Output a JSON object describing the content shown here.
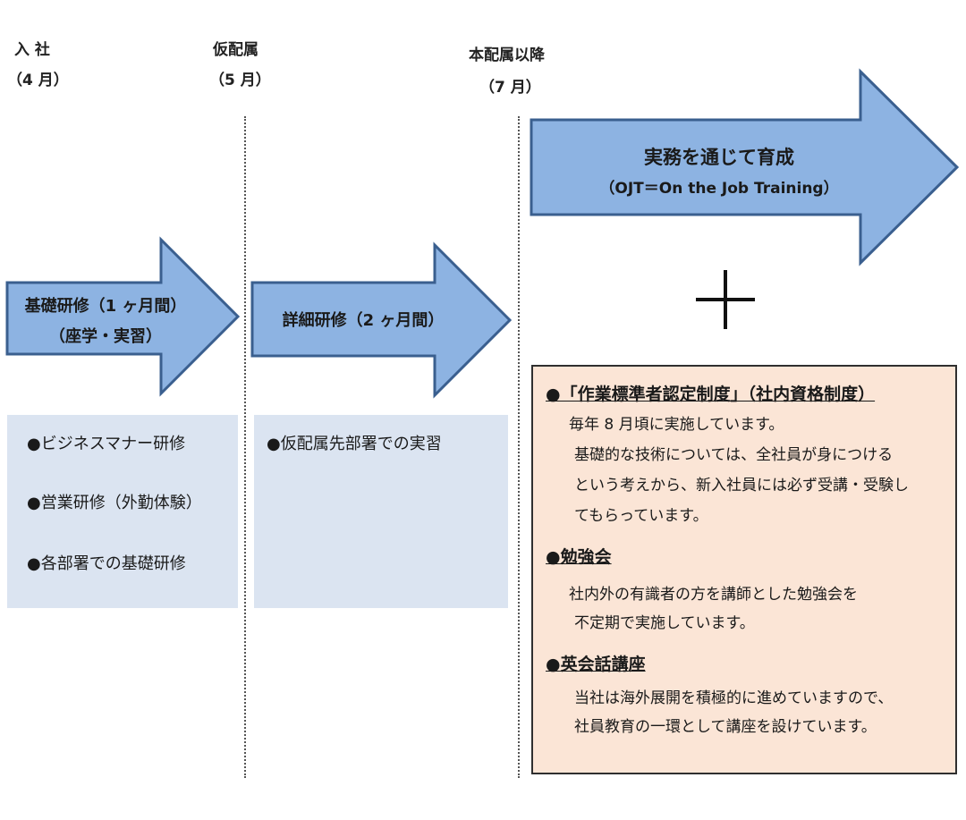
{
  "phases": [
    {
      "title": "入 社",
      "month": "（4 月）"
    },
    {
      "title": "仮配属",
      "month": "（5 月）"
    },
    {
      "title": "本配属以降",
      "month": "（7 月）"
    }
  ],
  "arrows": {
    "basic": {
      "line1": "基礎研修（1 ヶ月間）",
      "line2": "（座学・実習）"
    },
    "detail": {
      "line1": "詳細研修（2 ヶ月間）"
    },
    "ojt": {
      "line1": "実務を通じて育成",
      "line2": "（OJT＝On the Job Training）"
    }
  },
  "basic_items": [
    "●ビジネスマナー研修",
    "●営業研修（外勤体験）",
    "●各部署での基礎研修"
  ],
  "detail_items": [
    "●仮配属先部署での実習"
  ],
  "plus_sign": "+",
  "info": {
    "s1_title": "●「作業標準者認定制度」（社内資格制度）",
    "s1_lines": [
      "毎年 8 月頃に実施しています。",
      "基礎的な技術については、全社員が身につける",
      "という考えから、新入社員には必ず受講・受験し",
      "てもらっています。"
    ],
    "s2_title": "●勉強会",
    "s2_lines": [
      "社内外の有識者の方を講師とした勉強会を",
      "不定期で実施しています。"
    ],
    "s3_title": "●英会話講座",
    "s3_lines": [
      "当社は海外展開を積極的に進めていますので、",
      "社員教育の一環として講座を設けています。"
    ]
  },
  "colors": {
    "arrow_fill": "#8db3e2",
    "arrow_stroke": "#3a5f8f",
    "list_bg": "#dbe4f1",
    "info_bg": "#fbe5d6"
  }
}
